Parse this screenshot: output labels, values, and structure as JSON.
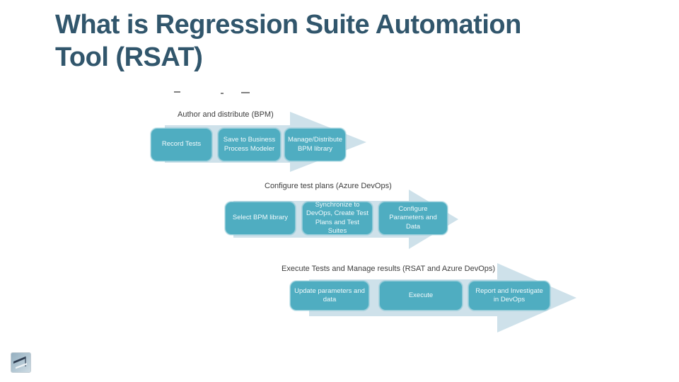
{
  "slide": {
    "title": "What is Regression Suite Automation Tool (RSAT)",
    "title_lines": [
      "What is Regression Suite Automation",
      "Tool (RSAT)"
    ]
  },
  "diagram": {
    "flows": [
      {
        "label": "Author and distribute (BPM)",
        "steps": [
          "Record Tests",
          "Save to Business Process Modeler",
          "Manage/Distribute BPM library"
        ]
      },
      {
        "label": "Configure test plans (Azure DevOps)",
        "steps": [
          "Select BPM library",
          "Synchronize to DevOps, Create Test Plans and Test Suites",
          "Configure Parameters and Data"
        ]
      },
      {
        "label": "Execute Tests and Manage results (RSAT and Azure DevOps)",
        "steps": [
          "Update parameters and data",
          "Execute",
          "Report and Investigate in DevOps"
        ]
      }
    ]
  },
  "colors": {
    "title_text": "#31566c",
    "arrow_fill": "#cee1ea",
    "step_fill": "#4fadc1",
    "step_border": "#90cbd8",
    "step_text": "#f2fafc",
    "label_text": "#3d3d3d"
  },
  "icons": {
    "logo": "presentation-logo"
  }
}
